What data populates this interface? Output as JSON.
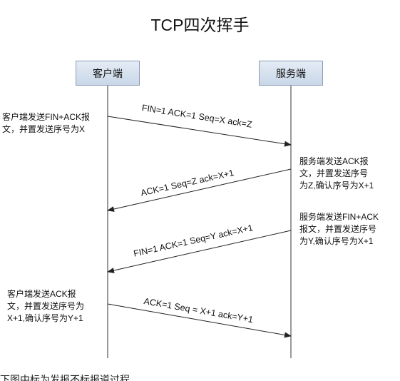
{
  "title": "TCP四次挥手",
  "participants": {
    "client": "客户端",
    "server": "服务端"
  },
  "messages": [
    {
      "label": "FIN=1 ACK=1  Seq=X  ack=Z",
      "direction": "client-to-server"
    },
    {
      "label": "ACK=1 Seq=Z ack=X+1",
      "direction": "server-to-client"
    },
    {
      "label": "FIN=1 ACK=1  Seq=Y  ack=X+1",
      "direction": "server-to-client"
    },
    {
      "label": "ACK=1 Seq = X+1 ack=Y+1",
      "direction": "client-to-server"
    }
  ],
  "notes": {
    "client_1": [
      "客户端发送FIN+ACK报",
      "文，并置发送序号为X"
    ],
    "server_1": [
      "服务端发送ACK报",
      "文，并置发送序号",
      "为Z,确认序号为X+1"
    ],
    "server_2": [
      "服务端发送FIN+ACK",
      "报文，并置发送序号",
      "为Y,确认序号为X+1"
    ],
    "client_2": [
      "客户端发送ACK报",
      "文，并置发送序号为",
      "X+1,确认序号为Y+1"
    ]
  },
  "footer_fragment": "下图中标为发报不标报道过程"
}
